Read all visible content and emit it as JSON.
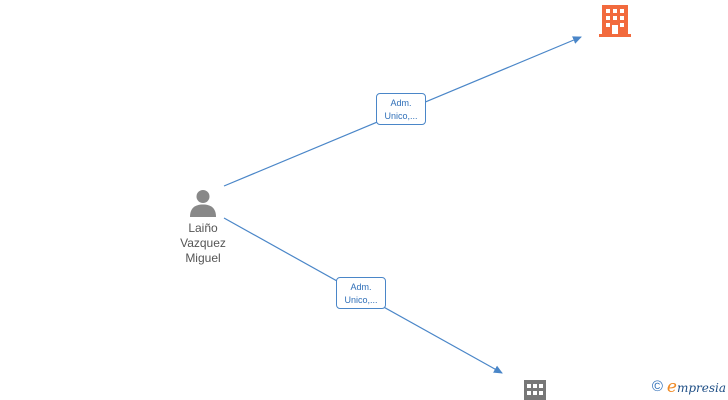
{
  "person": {
    "name_lines": [
      "Laiño",
      "Vazquez",
      "Miguel"
    ],
    "icon": "person-icon",
    "color": "#888888"
  },
  "companies": [
    {
      "id": "company-top",
      "icon": "building-icon",
      "color": "#f26a3d",
      "label": ""
    },
    {
      "id": "company-bottom",
      "icon": "building-icon",
      "color": "#777777",
      "label": ""
    }
  ],
  "relations": [
    {
      "from": "person",
      "to": "company-top",
      "label_lines": [
        "Adm.",
        "Unico,..."
      ]
    },
    {
      "from": "person",
      "to": "company-bottom",
      "label_lines": [
        "Adm.",
        "Unico,..."
      ]
    }
  ],
  "edge_color": "#4a86c8",
  "watermark": {
    "copyright": "©",
    "brand_initial": "e",
    "brand_rest": "mpresia",
    "copyright_icon": "copyright-icon"
  }
}
